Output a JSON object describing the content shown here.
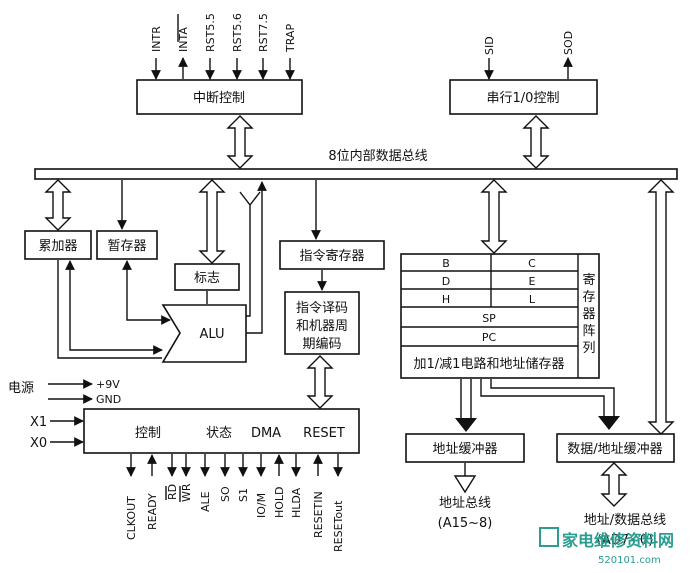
{
  "top_signals": [
    "INTR",
    "INTA",
    "RST5.5",
    "RST5.6",
    "RST7.5",
    "TRAP"
  ],
  "serial_signals": [
    "SID",
    "SOD"
  ],
  "blocks": {
    "interrupt": "中断控制",
    "serial": "串行1/0控制",
    "bus_label": "8位内部数据总线",
    "accumulator": "累加器",
    "temp_register": "暂存器",
    "flags": "标志",
    "alu": "ALU",
    "instruction_register": "指令寄存器",
    "decoder": [
      "指令译码",
      "和机器周",
      "期编码"
    ],
    "address_buffer": "地址缓冲器",
    "data_address_buffer": "数据/地址缓冲器",
    "control_unit": [
      "控制",
      "状态",
      "DMA",
      "RESET"
    ]
  },
  "register_array": {
    "pairs": [
      [
        "B",
        "C"
      ],
      [
        "D",
        "E"
      ],
      [
        "H",
        "L"
      ]
    ],
    "sp": "SP",
    "pc": "PC",
    "incdec": "加1/减1电路和地址储存器",
    "label": [
      "寄",
      "存",
      "器",
      "阵",
      "列"
    ]
  },
  "left_inputs": {
    "power": "电源",
    "plus9v": "+9V",
    "gnd": "GND",
    "x1": "X1",
    "x0": "X0"
  },
  "bottom_signals": [
    "CLKOUT",
    "READY",
    "RD",
    "WR",
    "ALE",
    "SO",
    "S1",
    "IO/M",
    "HOLD",
    "HLDA",
    "RESETIN",
    "RESETout"
  ],
  "outputs": {
    "address_bus": "地址总线",
    "address_bus_range": "(A15~8)",
    "data_address_bus": "地址/数据总线",
    "data_address_range": "(AD7~0)"
  },
  "watermark": {
    "text": "家电维修资料网",
    "url": "520101.com"
  }
}
